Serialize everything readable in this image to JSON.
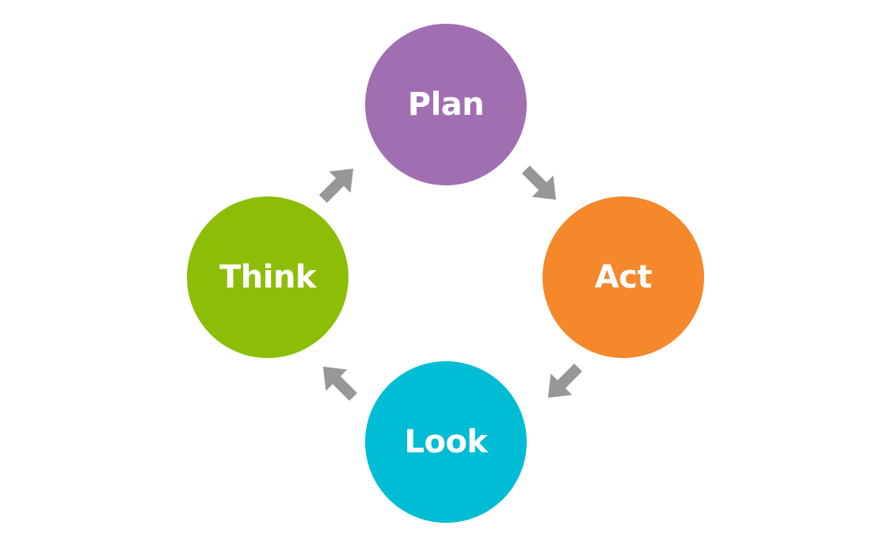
{
  "diagram": {
    "nodes": [
      {
        "id": "plan",
        "label": "Plan",
        "color": "#a16fb1"
      },
      {
        "id": "act",
        "label": "Act",
        "color": "#f4882b"
      },
      {
        "id": "look",
        "label": "Look",
        "color": "#00bcd4"
      },
      {
        "id": "think",
        "label": "Think",
        "color": "#8dbe07"
      }
    ],
    "edges": [
      {
        "from": "plan",
        "to": "act"
      },
      {
        "from": "act",
        "to": "look"
      },
      {
        "from": "look",
        "to": "think"
      },
      {
        "from": "think",
        "to": "plan"
      }
    ],
    "arrow_color": "#969799"
  }
}
